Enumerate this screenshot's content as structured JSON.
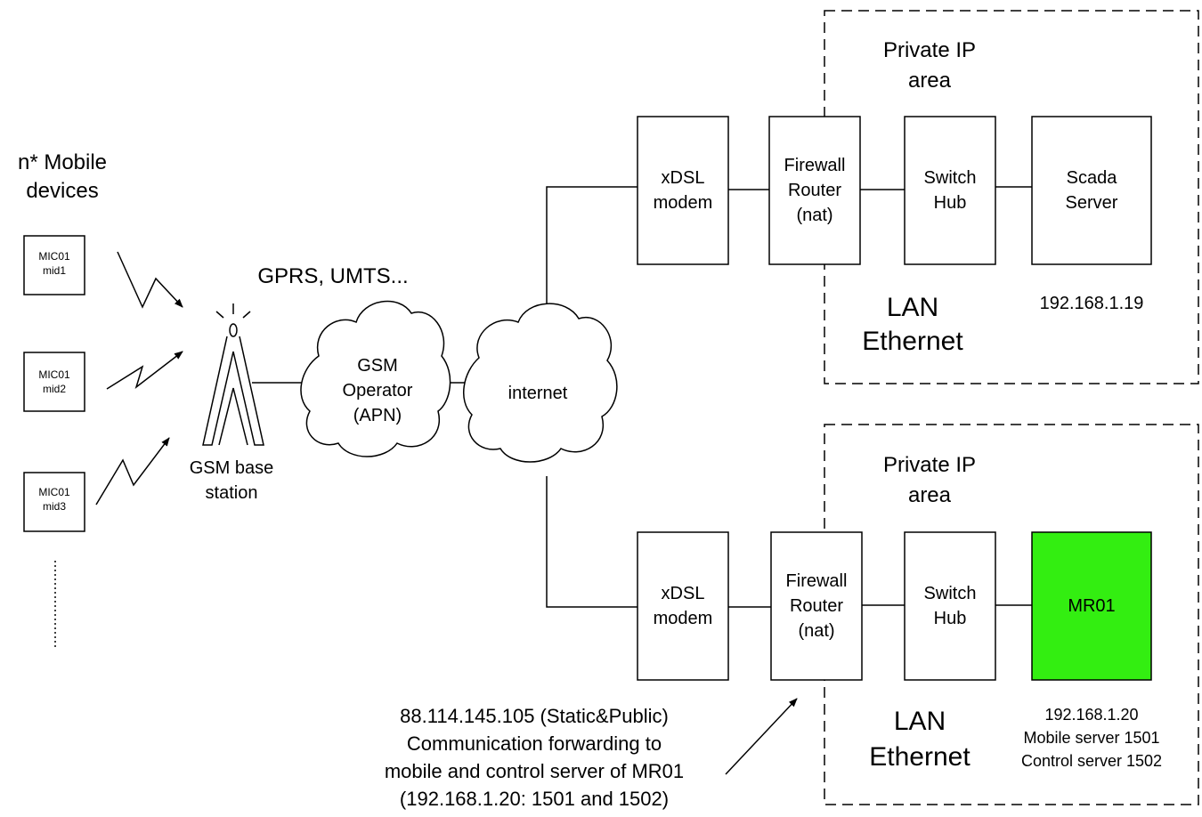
{
  "mobile_devices": {
    "title_line1": "n* Mobile",
    "title_line2": "devices",
    "devices": [
      {
        "line1": "MIC01",
        "line2": "mid1"
      },
      {
        "line1": "MIC01",
        "line2": "mid2"
      },
      {
        "line1": "MIC01",
        "line2": "mid3"
      }
    ]
  },
  "network_label": "GPRS, UMTS...",
  "base_station": {
    "line1": "GSM base",
    "line2": "station"
  },
  "gsm_operator": {
    "line1": "GSM",
    "line2": "Operator",
    "line3": "(APN)"
  },
  "internet": "internet",
  "site_top": {
    "area_line1": "Private IP",
    "area_line2": "area",
    "modem": {
      "line1": "xDSL",
      "line2": "modem"
    },
    "firewall": {
      "line1": "Firewall",
      "line2": "Router",
      "line3": "(nat)"
    },
    "switch": {
      "line1": "Switch",
      "line2": "Hub"
    },
    "server": {
      "line1": "Scada",
      "line2": "Server"
    },
    "server_ip": "192.168.1.19",
    "lan_line1": "LAN",
    "lan_line2": "Ethernet"
  },
  "site_bottom": {
    "area_line1": "Private IP",
    "area_line2": "area",
    "modem": {
      "line1": "xDSL",
      "line2": "modem"
    },
    "firewall": {
      "line1": "Firewall",
      "line2": "Router",
      "line3": "(nat)"
    },
    "switch": {
      "line1": "Switch",
      "line2": "Hub"
    },
    "server": {
      "line1": "MR01"
    },
    "server_color": "#33ee11",
    "server_info": [
      "192.168.1.20",
      "Mobile server 1501",
      "Control server 1502"
    ],
    "lan_line1": "LAN",
    "lan_line2": "Ethernet"
  },
  "annotation": [
    "88.114.145.105 (Static&Public)",
    "Communication forwarding to",
    "mobile and control server of MR01",
    "(192.168.1.20: 1501 and 1502)"
  ]
}
